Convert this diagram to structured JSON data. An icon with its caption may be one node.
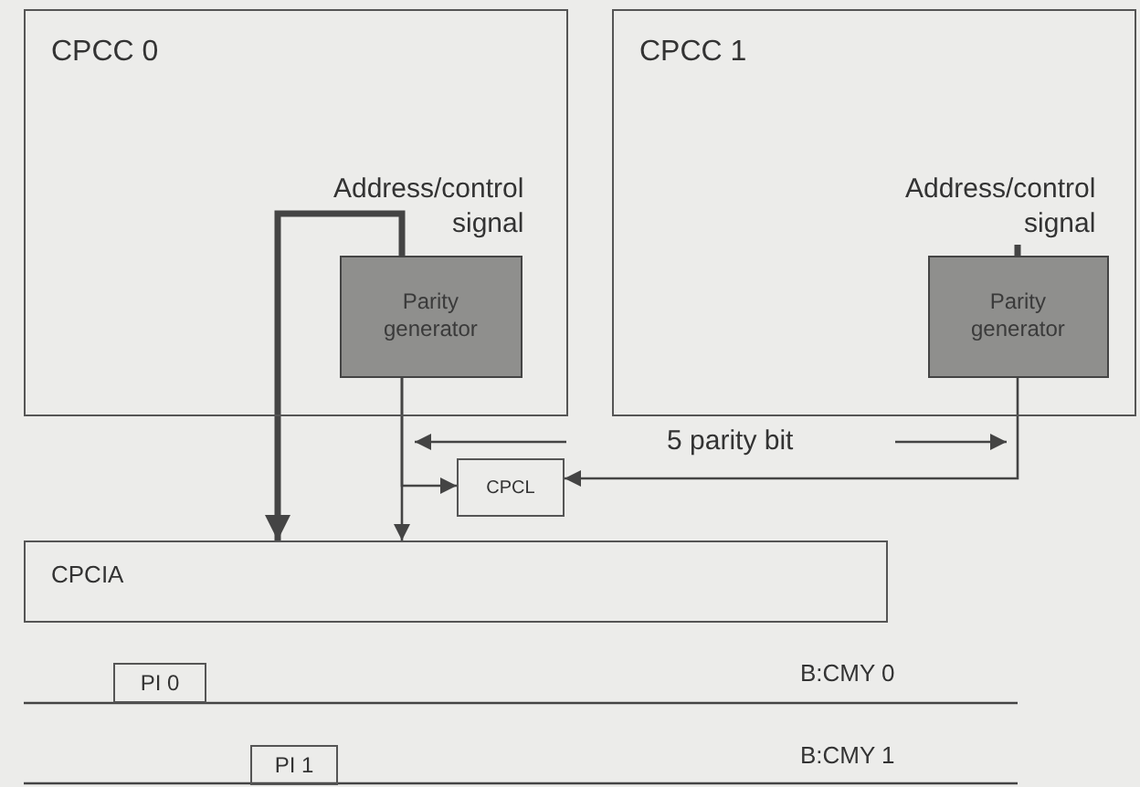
{
  "diagram": {
    "nodes": [
      {
        "text": [
          "CPCC 0"
        ]
      },
      {
        "text": [
          "Address/control signal"
        ],
        "in": 0
      },
      {
        "text": [
          "Parity generator"
        ],
        "in": 0
      },
      {
        "text": [
          "CPCC 1"
        ]
      },
      {
        "text": [
          "Address/control signal"
        ],
        "in": 3
      },
      {
        "text": [
          "Parity generator"
        ],
        "in": 3
      },
      {
        "text": [
          "CPCL"
        ]
      },
      {
        "text": [
          "CPCIA"
        ]
      },
      {
        "text": [
          "PI 0"
        ]
      },
      {
        "text": [
          "PI 1"
        ]
      }
    ],
    "edges": [
      {
        "from": 2,
        "to": 7,
        "arrow": "to",
        "style": "thick"
      },
      {
        "from": 4,
        "to": 5,
        "arrow": "none",
        "style": "thick"
      },
      {
        "from": 2,
        "to": 7,
        "arrow": "to"
      },
      {
        "from": 2,
        "to": 6,
        "arrow": "to"
      },
      {
        "from": 5,
        "to": 6,
        "arrow": "to"
      }
    ],
    "labels": [
      "5 parity bit",
      "B:CMY 0",
      "B:CMY 1"
    ]
  }
}
